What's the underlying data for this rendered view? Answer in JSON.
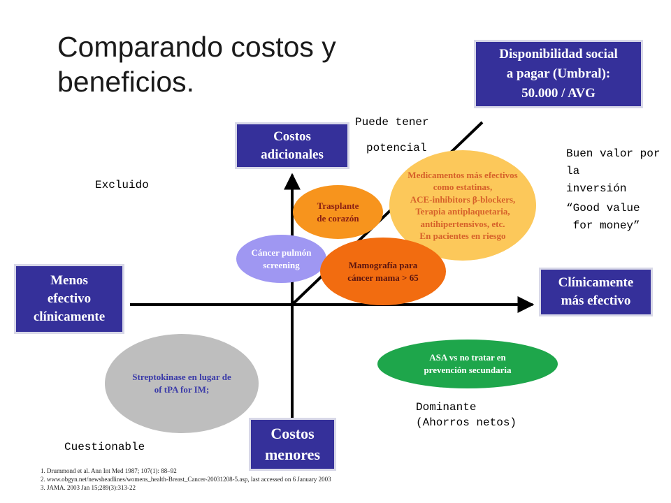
{
  "title": {
    "line1": "Comparando costos y",
    "line2": "beneficios."
  },
  "boxes": {
    "threshold": [
      "Disponibilidad social",
      "a pagar (Umbral):",
      "50.000 / AVG"
    ],
    "costos_adicionales": [
      "Costos",
      "adicionales"
    ],
    "menos_efectivo": [
      "Menos",
      "efectivo",
      "clínicamente"
    ],
    "mas_efectivo": [
      "Clínicamente",
      "más efectivo"
    ],
    "costos_menores": [
      "Costos",
      "menores"
    ]
  },
  "labels": {
    "puede_tener": "Puede tener",
    "potencial": "potencial",
    "excluido": "Excluido",
    "buen_valor": [
      "Buen valor por la",
      "inversión",
      "“Good value",
      " for money”"
    ],
    "dominante": [
      "Dominante",
      "(Ahorros netos)"
    ],
    "cuestionable": "Cuestionable"
  },
  "ovals": {
    "medicamentos": [
      "Medicamentos más efectivos",
      "como estatinas,",
      "ACE-inhibitors β-blockers,",
      "Terapia antiplaquetaria,",
      "antihipertensivos, etc.",
      "En pacientes en riesgo"
    ],
    "trasplante": [
      "Trasplante",
      "de corazón"
    ],
    "cancer_pulmon": [
      "Cáncer pulmón",
      "screening"
    ],
    "mamografia": [
      "Mamografía para",
      "cáncer mama > 65"
    ],
    "asa": [
      "ASA vs no tratar en",
      "prevención secundaria"
    ],
    "streptokinase": [
      "Streptokinase en lugar de",
      "of tPA for IM;"
    ]
  },
  "colors": {
    "box": "#35309a",
    "medicamentos": "#fcc85a",
    "trasplante": "#f7941d",
    "cancer_pulmon": "#9f97f2",
    "mamografia": "#f26c10",
    "asa": "#1ea64b",
    "streptokinase": "#bebebe"
  },
  "references": [
    "1. Drummond et al. Ann Int Med 1987; 107(1): 88–92",
    "2. www.obgyn.net/newsheadlines/womens_health-Breast_Cancer-20031208-5.asp, last accessed on 6 January 2003",
    "3. JAMA. 2003 Jan 15;289(3):313-22"
  ]
}
